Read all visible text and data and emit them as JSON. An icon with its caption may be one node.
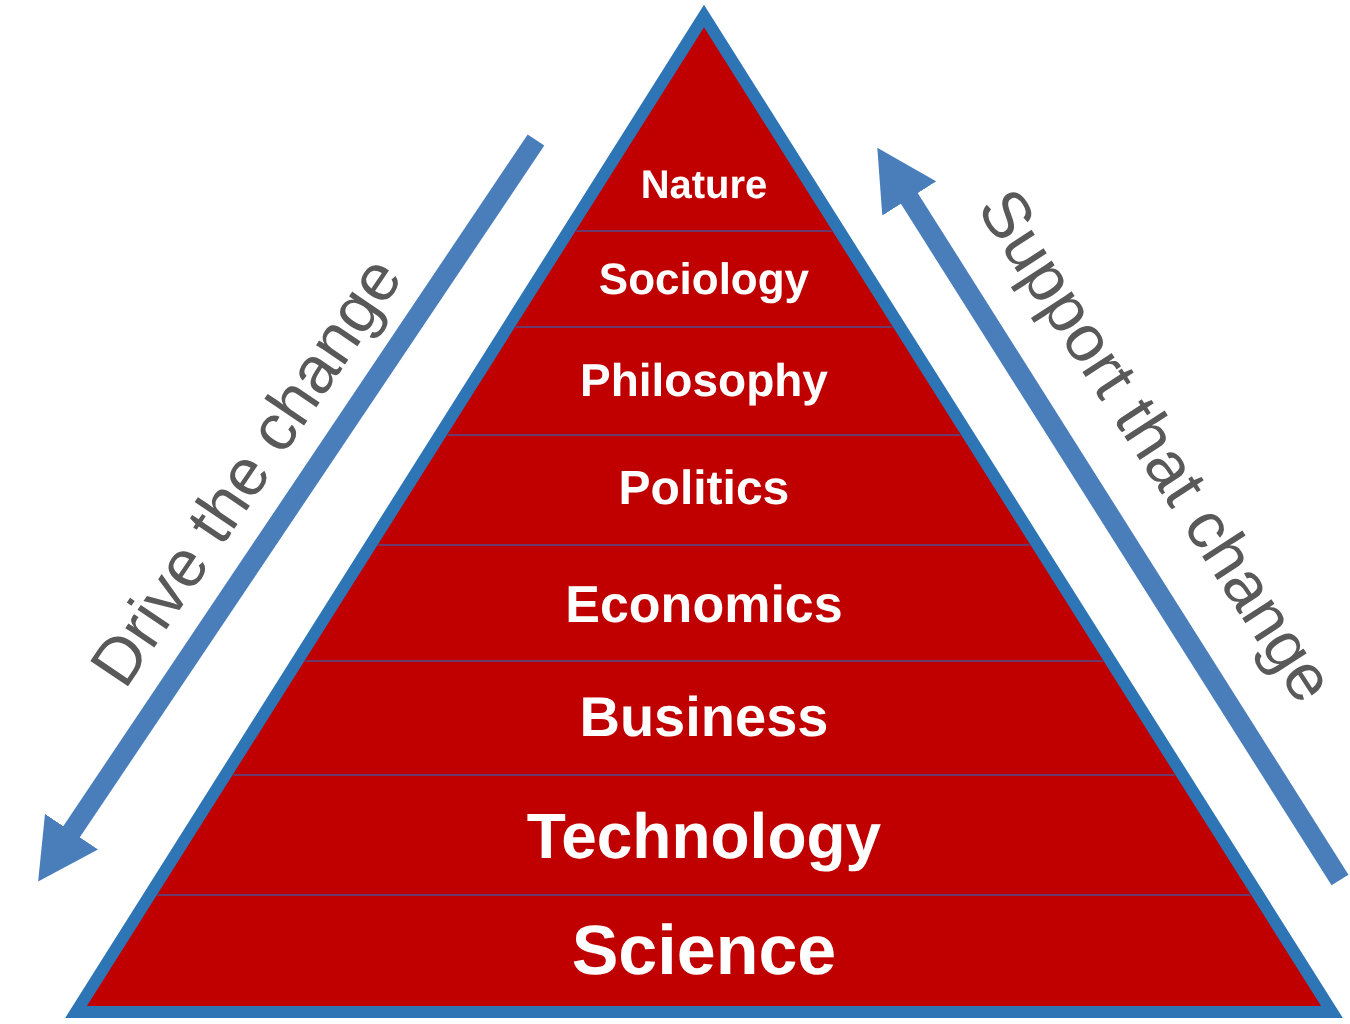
{
  "diagram": {
    "nodes": [
      {
        "text": [
          "Nature"
        ]
      },
      {
        "text": [
          "Sociology"
        ]
      },
      {
        "text": [
          "Philosophy"
        ]
      },
      {
        "text": [
          "Politics"
        ]
      },
      {
        "text": [
          "Economics"
        ]
      },
      {
        "text": [
          "Business"
        ]
      },
      {
        "text": [
          "Technology"
        ]
      },
      {
        "text": [
          "Science"
        ]
      }
    ],
    "labels": [
      "Drive the change",
      "Support that change"
    ]
  }
}
